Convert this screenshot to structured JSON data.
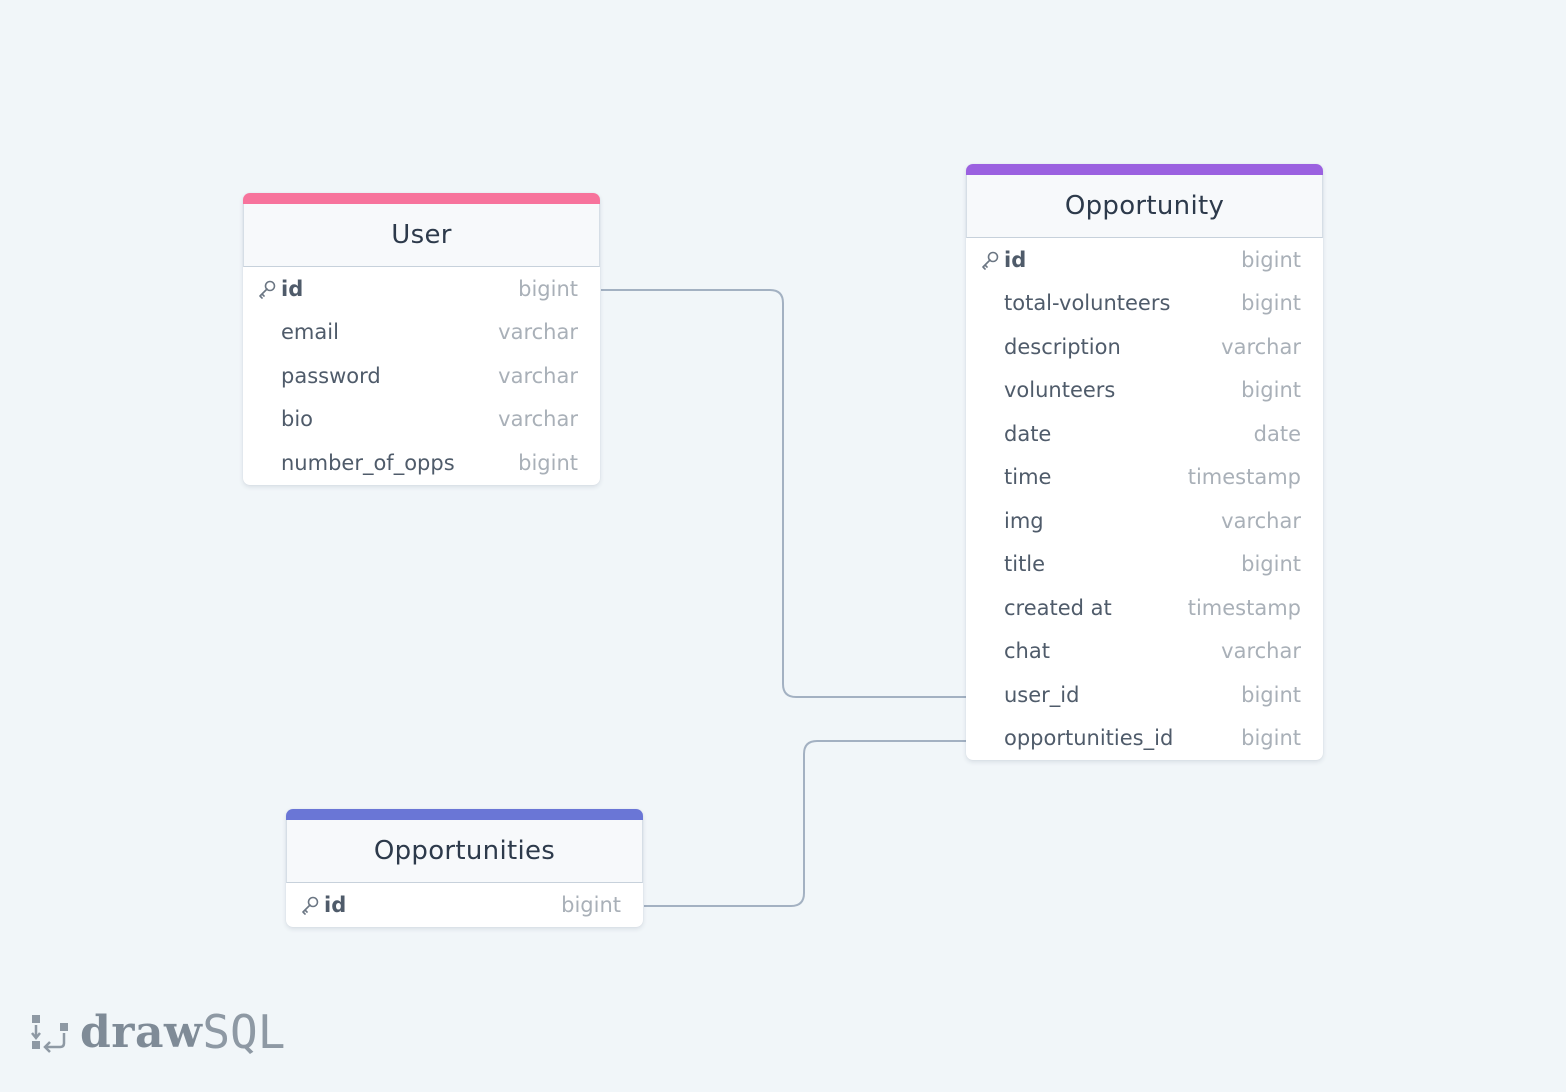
{
  "colors": {
    "background": "#f1f6f9",
    "connector": "#a3b1c2",
    "user_accent": "#f7739c",
    "opportunity_accent": "#9b61e0",
    "opportunities_accent": "#6a76d6"
  },
  "tables": {
    "user": {
      "name": "User",
      "columns": [
        {
          "name": "id",
          "type": "bigint",
          "pk": true
        },
        {
          "name": "email",
          "type": "varchar",
          "pk": false
        },
        {
          "name": "password",
          "type": "varchar",
          "pk": false
        },
        {
          "name": "bio",
          "type": "varchar",
          "pk": false
        },
        {
          "name": "number_of_opps",
          "type": "bigint",
          "pk": false
        }
      ]
    },
    "opportunity": {
      "name": "Opportunity",
      "columns": [
        {
          "name": "id",
          "type": "bigint",
          "pk": true
        },
        {
          "name": "total-volunteers",
          "type": "bigint",
          "pk": false
        },
        {
          "name": "description",
          "type": "varchar",
          "pk": false
        },
        {
          "name": "volunteers",
          "type": "bigint",
          "pk": false
        },
        {
          "name": "date",
          "type": "date",
          "pk": false
        },
        {
          "name": "time",
          "type": "timestamp",
          "pk": false
        },
        {
          "name": "img",
          "type": "varchar",
          "pk": false
        },
        {
          "name": "title",
          "type": "bigint",
          "pk": false
        },
        {
          "name": "created at",
          "type": "timestamp",
          "pk": false
        },
        {
          "name": "chat",
          "type": "varchar",
          "pk": false
        },
        {
          "name": "user_id",
          "type": "bigint",
          "pk": false
        },
        {
          "name": "opportunities_id",
          "type": "bigint",
          "pk": false
        }
      ]
    },
    "opportunities": {
      "name": "Opportunities",
      "columns": [
        {
          "name": "id",
          "type": "bigint",
          "pk": true
        }
      ]
    }
  },
  "relations": [
    {
      "from": "user.id",
      "to": "opportunity.user_id"
    },
    {
      "from": "opportunities.id",
      "to": "opportunity.opportunities_id"
    }
  ],
  "logo": {
    "draw": "draw",
    "sql": "SQL",
    "icon": "drawsql-logo-icon"
  }
}
